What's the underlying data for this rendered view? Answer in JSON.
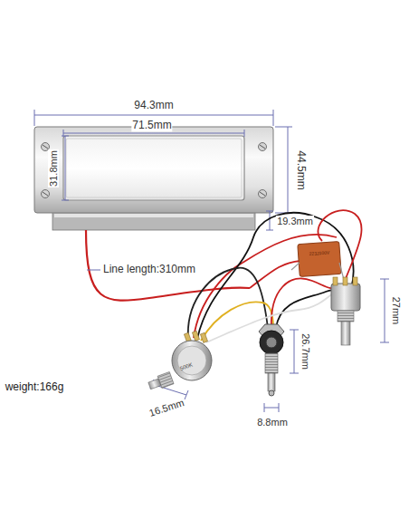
{
  "diagram": {
    "labels": [
      "94.3mm",
      "71.5mm",
      "31.8mm",
      "44.5mm",
      "19.3mm",
      "Line length:310mm",
      "27mm",
      "26.7mm",
      "weight:166g",
      "16.5mm",
      "8.8mm",
      "500K",
      "223J100V"
    ]
  }
}
